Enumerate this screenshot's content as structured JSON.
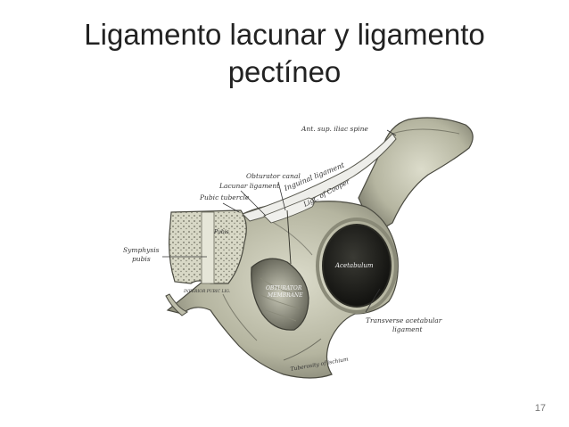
{
  "slide": {
    "title_line1": "Ligamento lacunar y ligamento",
    "title_line2": "pectíneo",
    "page_number": "17"
  },
  "figure": {
    "labels": {
      "ant_sup_iliac_spine": "Ant. sup. iliac spine",
      "obturator_canal": "Obturator canal",
      "inguinal_ligament": "Inguinal ligament",
      "lacunar_ligament": "Lacunar ligament",
      "pubic_tubercle": "Pubic tubercle",
      "ligt_of_cooper": "Ligt. of Cooper",
      "symphysis_line1": "Symphysis",
      "symphysis_line2": "pubis",
      "pubis": "Pubis",
      "acetabulum": "Acetabulum",
      "obturator_membrane_line1": "OBTURATOR",
      "obturator_membrane_line2": "MEMBRANE",
      "transverse_line1": "Transverse acetabular",
      "transverse_line2": "ligament",
      "tuberosity": "Tuberosity of ischium",
      "inner_ramus": "INFERIOR PUBIC LIG."
    },
    "colors": {
      "bone_light": "#d9d9c8",
      "bone_mid": "#a9a994",
      "bone_dark": "#55554a",
      "ligament": "#eeeeea"
    }
  }
}
